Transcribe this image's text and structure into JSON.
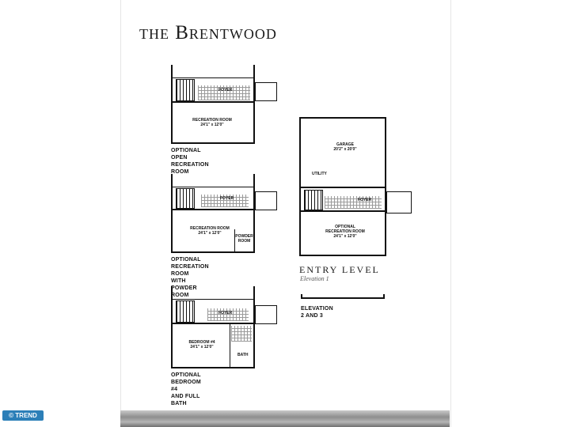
{
  "title": "the Brentwood",
  "plans": [
    {
      "room": "RECREATION ROOM",
      "dims": "24'1\" x 12'0\"",
      "foyer": "FOYER",
      "caption": "OPTIONAL OPEN\nRECREATION ROOM"
    },
    {
      "room": "RECREATION ROOM",
      "dims": "24'1\" x 12'0\"",
      "foyer": "FOYER",
      "powder": "POWDER\nROOM",
      "caption": "OPTIONAL RECREATION ROOM\nWITH POWDER ROOM"
    },
    {
      "room": "BEDROOM #4",
      "dims": "24'1\" x 12'0\"",
      "foyer": "FOYER",
      "bath": "BATH",
      "caption": "OPTIONAL BEDROOM #4\nAND FULL BATH"
    }
  ],
  "entry": {
    "garage": "GARAGE",
    "garage_dims": "20'2\" x 20'0\"",
    "utility": "UTILITY",
    "foyer": "FOYER",
    "rec": "OPTIONAL\nRECREATION ROOM",
    "rec_dims": "24'1\" x 12'0\"",
    "title": "ENTRY LEVEL",
    "subtitle": "Elevation 1",
    "alt_caption": "ELEVATION 2 AND 3"
  },
  "badge": "TREND"
}
